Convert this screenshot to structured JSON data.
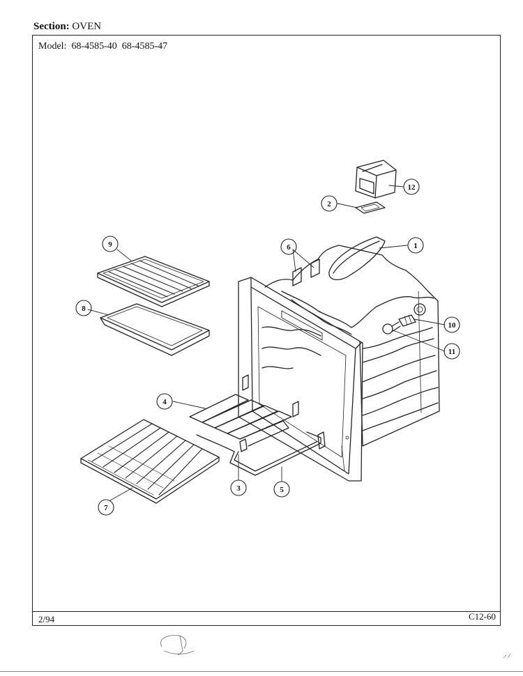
{
  "header": {
    "section_label": "Section:",
    "section_value": "OVEN",
    "model_label": "Model:",
    "models": [
      "68-4585-40",
      "68-4585-47"
    ]
  },
  "footer": {
    "date_code": "2/94",
    "page_code": "C12-60"
  },
  "callouts": [
    "1",
    "2",
    "3",
    "4",
    "5",
    "6",
    "7",
    "8",
    "9",
    "10",
    "11",
    "12"
  ]
}
